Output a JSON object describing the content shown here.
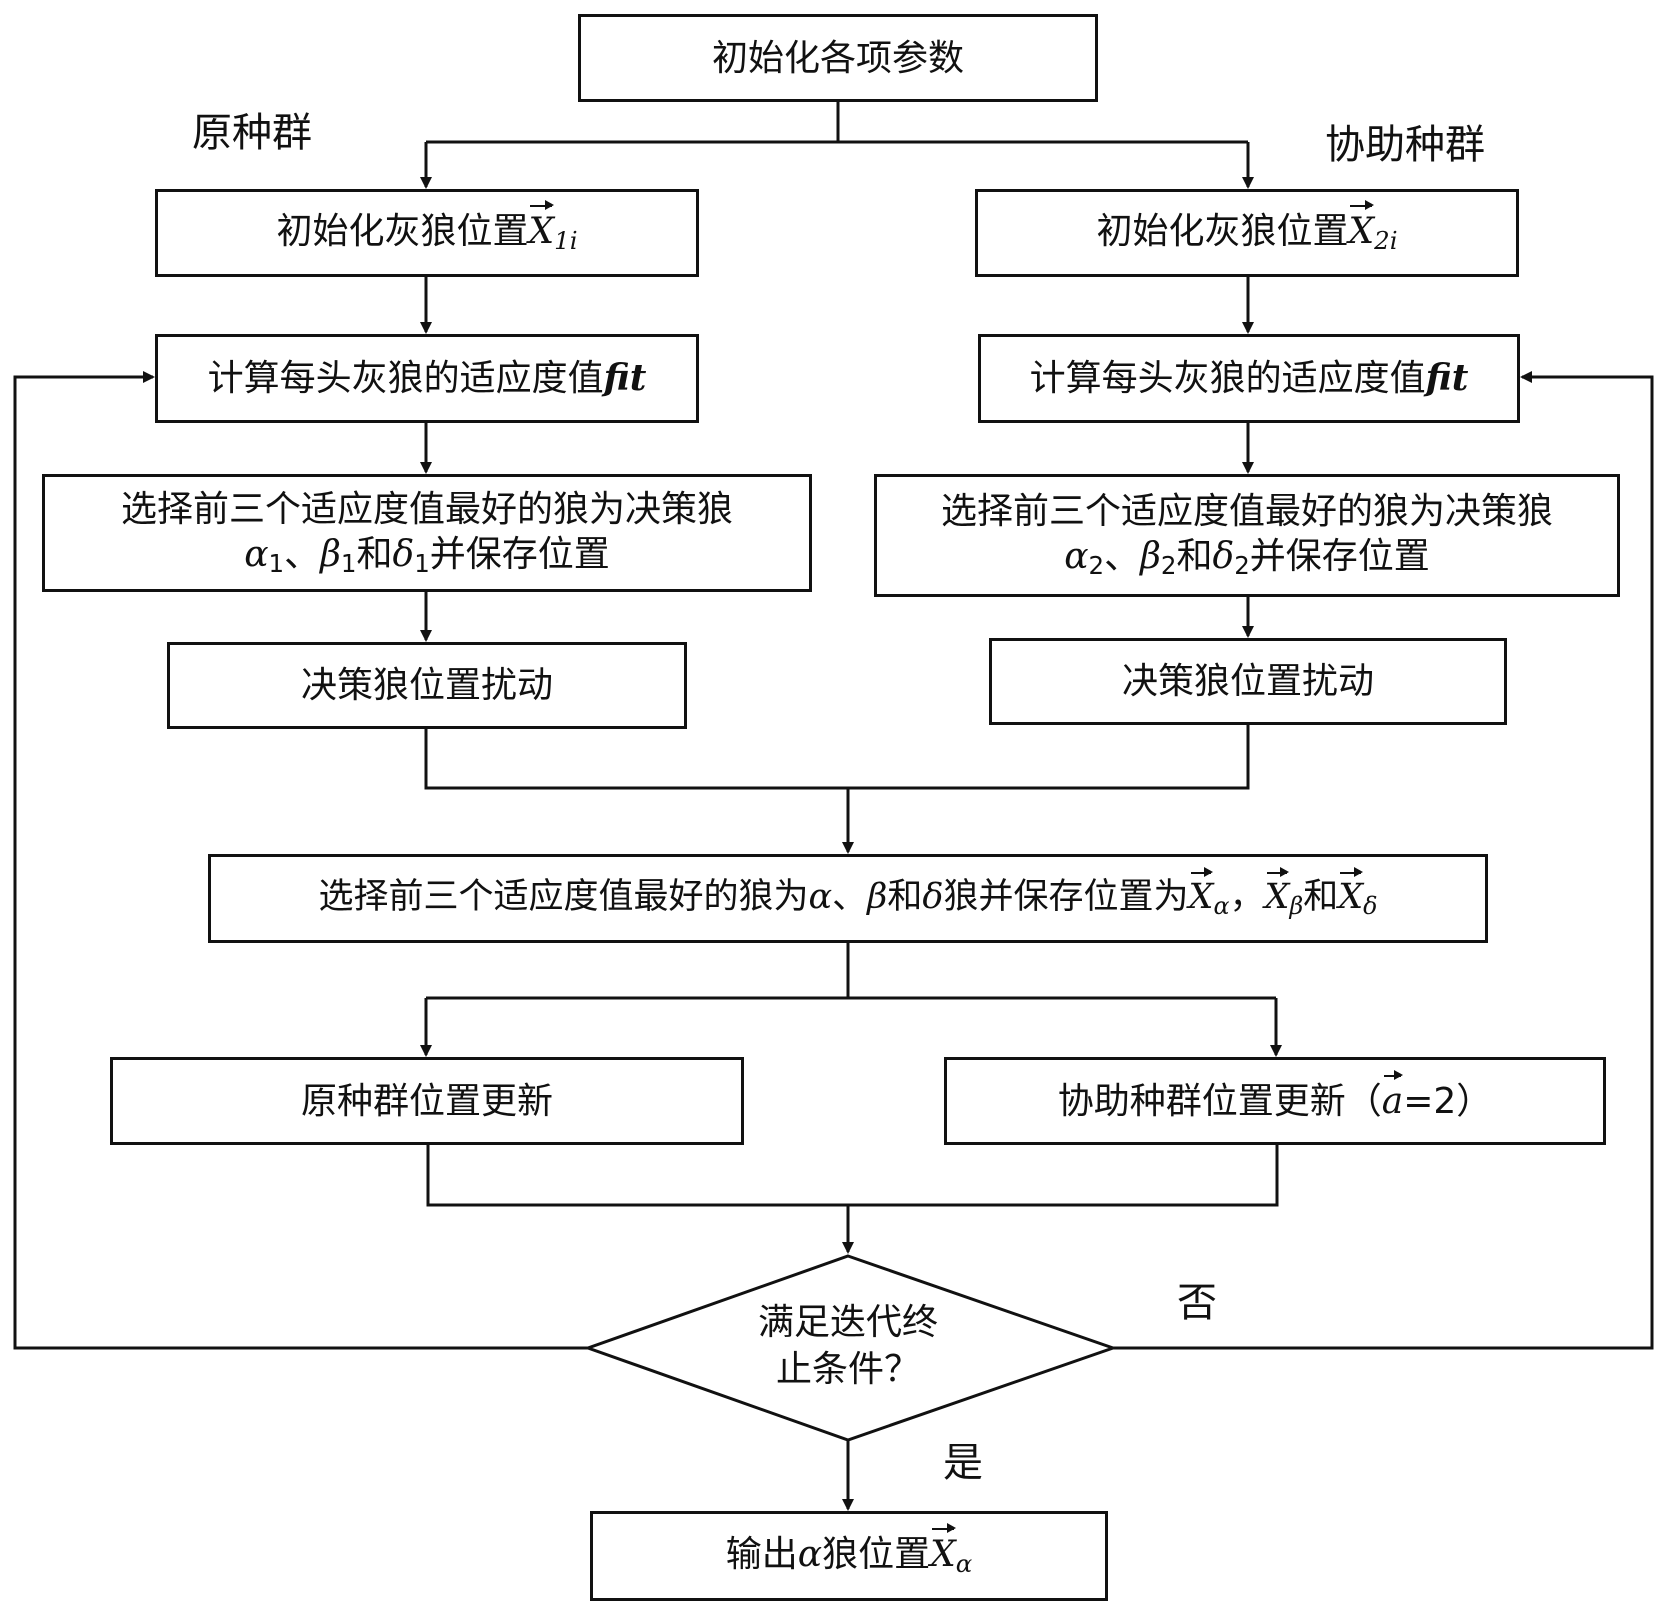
{
  "nodes": {
    "init_params": "初始化各项参数",
    "left_init": {
      "text": "初始化灰狼位置",
      "symbol": "X",
      "sub": "1i"
    },
    "right_init": {
      "text": "初始化灰狼位置",
      "symbol": "X",
      "sub": "2i"
    },
    "left_fitness": {
      "text": "计算每头灰狼的适应度值",
      "symbol": "fit"
    },
    "right_fitness": {
      "text": "计算每头灰狼的适应度值",
      "symbol": "fit"
    },
    "left_select": {
      "line1": "选择前三个适应度值最好的狼为决策狼",
      "alpha": "α",
      "alpha_sub": "1",
      "sep": "、",
      "beta": "β",
      "beta_sub": "1",
      "and": "和",
      "delta": "δ",
      "delta_sub": "1",
      "tail": "并保存位置"
    },
    "right_select": {
      "line1": "选择前三个适应度值最好的狼为决策狼",
      "alpha": "α",
      "alpha_sub": "2",
      "sep": "、",
      "beta": "β",
      "beta_sub": "2",
      "and": "和",
      "delta": "δ",
      "delta_sub": "2",
      "tail": "并保存位置"
    },
    "left_perturb": "决策狼位置扰动",
    "right_perturb": "决策狼位置扰动",
    "global_select": {
      "prefix": "选择前三个适应度值最好的狼为",
      "alpha": "α",
      "sep": "、",
      "beta": "β",
      "and": "和",
      "delta": "δ",
      "mid": "狼并保存位置为",
      "xa": "X",
      "xa_sub": "α",
      "comma": "，",
      "xb": "X",
      "xb_sub": "β",
      "and2": "和",
      "xd": "X",
      "xd_sub": "δ"
    },
    "left_update": "原种群位置更新",
    "right_update": {
      "prefix": "协助种群位置更新（",
      "a": "a",
      "rest": "=2）"
    },
    "decision": {
      "line1": "满足迭代终",
      "line2": "止条件？"
    },
    "output": {
      "prefix": "输出",
      "alpha": "α",
      "mid": "狼位置",
      "x": "X",
      "x_sub": "α"
    }
  },
  "labels": {
    "left_population": "原种群",
    "right_population": "协助种群",
    "no": "否",
    "yes": "是"
  }
}
